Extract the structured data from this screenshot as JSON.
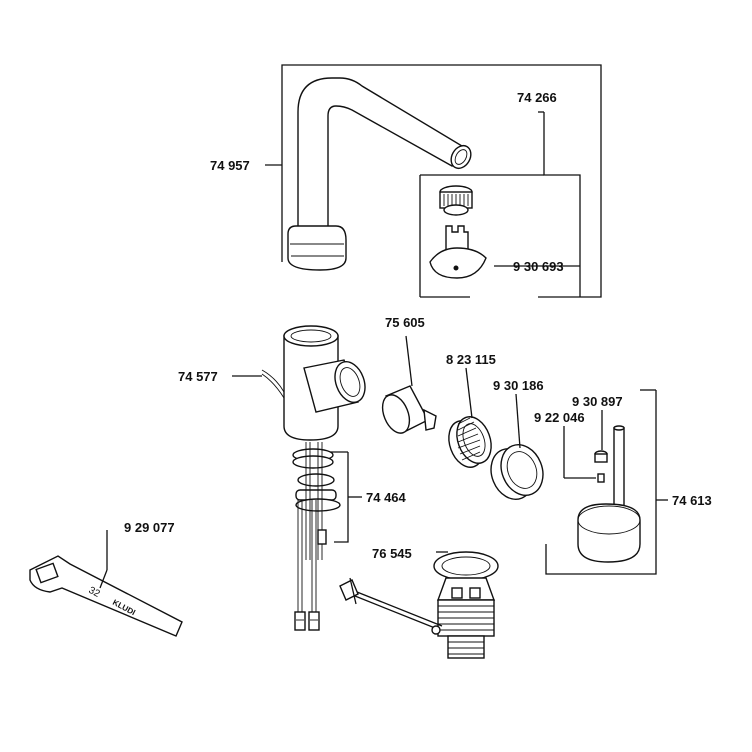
{
  "labels": {
    "spout": "74 957",
    "spout_group": "74 266",
    "aerator": "9 30 693",
    "body": "74 577",
    "cartridge": "75 605",
    "nut": "8 23 115",
    "cover": "9 30 186",
    "screw_cap": "9 30 897",
    "set_screw": "9 22 046",
    "handle_group": "74 613",
    "mounting": "74 464",
    "wrench": "9 29 077",
    "drain": "76 545"
  },
  "wrench_text": {
    "size": "32",
    "brand": "KLUDI"
  }
}
